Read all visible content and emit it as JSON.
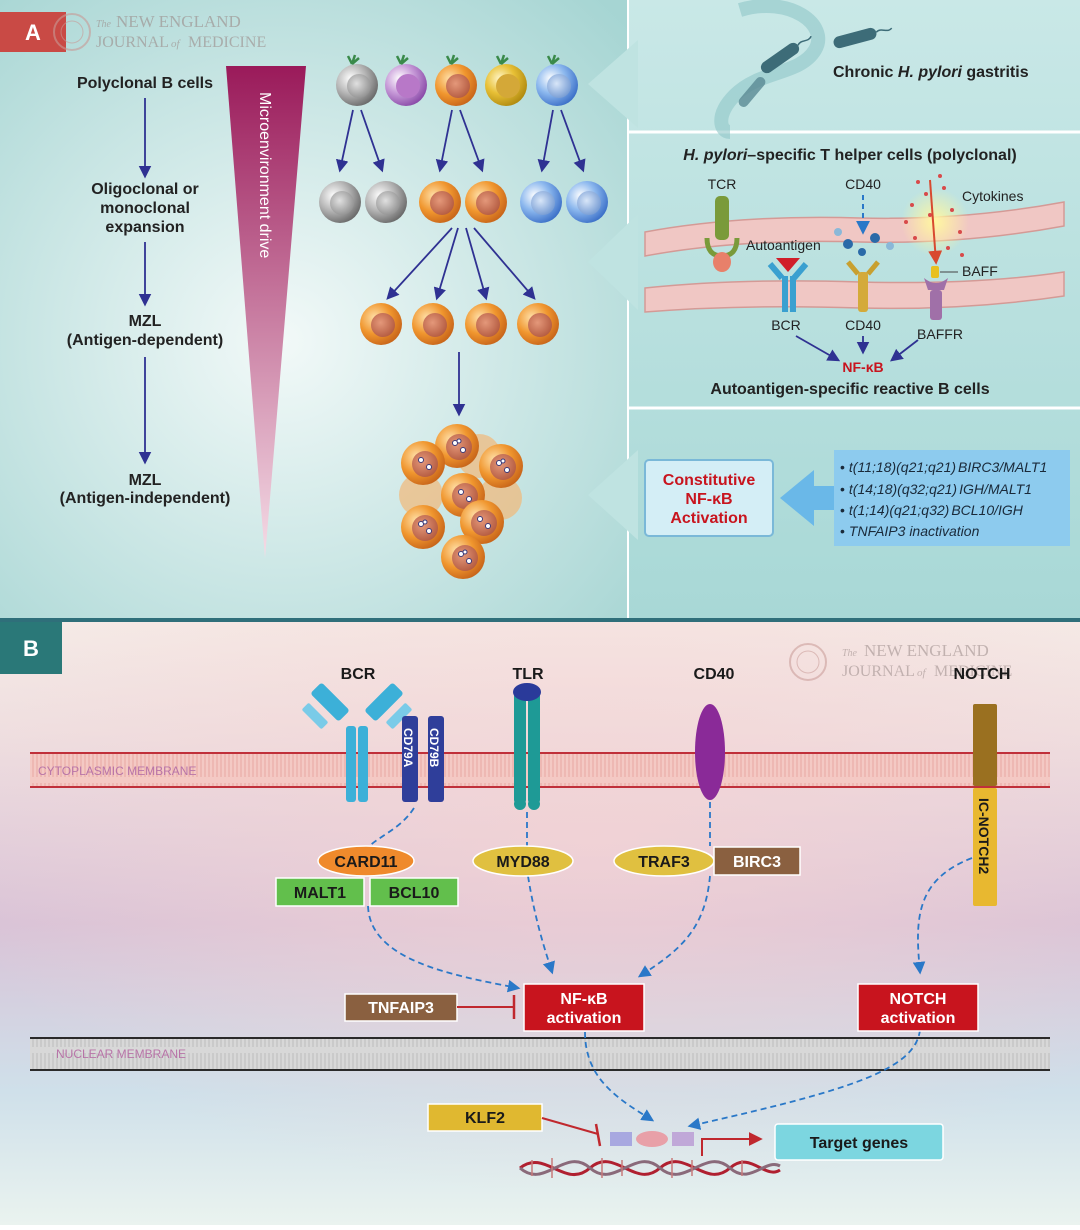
{
  "panel_a": {
    "label": "A",
    "journal": {
      "the": "The",
      "line1": "NEW ENGLAND",
      "line2a": "JOURNAL",
      "of": "of",
      "line2b": "MEDICINE"
    },
    "stages": [
      "Polyclonal B cells",
      "Oligoclonal or",
      "monoclonal",
      "expansion",
      "MZL",
      "(Antigen-dependent)",
      "MZL",
      "(Antigen-independent)"
    ],
    "triangle_label": "Microenvironment drive",
    "gastritis": {
      "prefix": "Chronic ",
      "italic": "H. pylori",
      "suffix": " gastritis"
    },
    "th_title": {
      "italic": "H. pylori",
      "rest": "–specific T helper cells (polyclonal)"
    },
    "receptors": {
      "tcr": "TCR",
      "cd40_top": "CD40",
      "cytokines": "Cytokines",
      "autoantigen": "Autoantigen",
      "baff": "BAFF",
      "bcr": "BCR",
      "cd40_bottom": "CD40",
      "baffr": "BAFFR",
      "nfkb": "NF-κB"
    },
    "b_cells_title": "Autoantigen-specific reactive B cells",
    "constitutive": [
      "Constitutive",
      "NF-κB",
      "Activation"
    ],
    "translocations": [
      {
        "bullet": "•",
        "t": "t(11;18)(q21;q21)",
        "genes": "BIRC3/MALT1"
      },
      {
        "bullet": "•",
        "t": "t(14;18)(q32;q21)",
        "genes": "IGH/MALT1"
      },
      {
        "bullet": "•",
        "t": "t(1;14)(q21;q32)",
        "genes": "BCL10/IGH"
      },
      {
        "bullet": "•",
        "t": "",
        "genes": "TNFAIP3 inactivation"
      }
    ]
  },
  "panel_b": {
    "label": "B",
    "receptors": {
      "bcr": "BCR",
      "tlr": "TLR",
      "cd40": "CD40",
      "notch": "NOTCH"
    },
    "membranes": {
      "cyto": "CYTOPLASMIC MEMBRANE",
      "nuclear": "NUCLEAR MEMBRANE"
    },
    "proteins": {
      "cd79a": "CD79A",
      "cd79b": "CD79B",
      "ic_notch2": "IC-NOTCH2",
      "card11": "CARD11",
      "malt1": "MALT1",
      "bcl10": "BCL10",
      "myd88": "MYD88",
      "traf3": "TRAF3",
      "birc3": "BIRC3",
      "tnfaip3": "TNFAIP3",
      "klf2": "KLF2"
    },
    "activations": {
      "nfkb": [
        "NF-κB",
        "activation"
      ],
      "notch": [
        "NOTCH",
        "activation"
      ]
    },
    "target_genes": "Target genes"
  },
  "colors": {
    "nfkb_red": "#c8141e",
    "arrow_navy": "#2f3192",
    "dashed_blue": "#2a78c8",
    "caspase_green": "#62bf4c",
    "card11_orange": "#ef8a2c",
    "myd_yellow": "#e0c040",
    "birc3_brown": "#8a6040",
    "inhibit_red": "#c0282e"
  }
}
